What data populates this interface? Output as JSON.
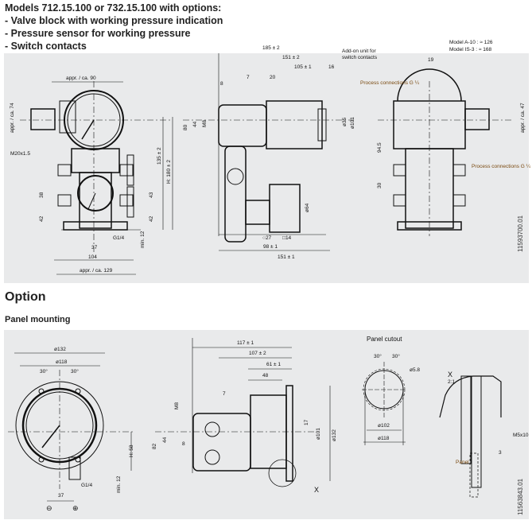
{
  "header": {
    "title": "Models 712.15.100 or 732.15.100 with options:",
    "options": [
      "- Valve block with working pressure indication",
      "- Pressure sensor for working pressure",
      "- Switch contacts"
    ]
  },
  "drawing1": {
    "doc_id": "11593700.01",
    "front": {
      "width_top": "appr. / ca. 90",
      "left_height": "appr. / ca. 74",
      "thread": "M20x1.5",
      "h1": "38",
      "h2": "42",
      "h3": "43",
      "h4": "42",
      "height1": "135 ± 2",
      "height2": "H: 180 ± 2",
      "min": "min. 12",
      "port": "G1/4",
      "d37": "37",
      "d104": "104",
      "width_bottom": "appr. / ca. 129"
    },
    "side": {
      "d185": "185 ± 2",
      "d151": "151 ± 2",
      "d105": "105 ± 1",
      "d16": "16",
      "d7": "7",
      "d8": "8",
      "d20": "20",
      "h80": "80",
      "h44": "44",
      "m8": "M8",
      "dia35": "ø35",
      "dia101": "ø101",
      "dia64": "ø64",
      "hex27": "27",
      "sq14": "14",
      "d98": "98 ± 1",
      "d151b": "151 ± 1",
      "addon": [
        "Add-on unit for",
        "switch contacts"
      ]
    },
    "rear": {
      "modelA": "Model A-10 : ≈ 126",
      "modelIS": "Model IS-3 : ≈ 168",
      "d19": "19",
      "process_top": "Process connections G ¼",
      "process_bottom": "Process connections G ¼",
      "h945": "94.5",
      "h30": "30",
      "right_height": "appr. / ca. 47"
    }
  },
  "option_title": "Option",
  "panel_mounting_title": "Panel mounting",
  "drawing2": {
    "doc_id": "11563843.01",
    "front": {
      "dia132": "ø132",
      "dia118": "ø118",
      "ang1": "30°",
      "ang2": "30°",
      "h58": "H: 58",
      "min": "min. 12",
      "port": "G1/4",
      "d37": "37",
      "minus": "⊖",
      "plus": "⊕"
    },
    "side": {
      "d117": "117 ± 1",
      "d107": "107 ± 2",
      "d61": "61 ± 1",
      "d48": "48",
      "d7": "7",
      "m8": "M8",
      "h82": "82",
      "h44": "44",
      "d8": "8",
      "d17": "17",
      "dia101": "ø101",
      "dia132": "ø132",
      "x": "X"
    },
    "cutout": {
      "title": "Panel cutout",
      "ang1": "30°",
      "ang2": "30°",
      "hole": "ø5.8",
      "dia102": "ø102",
      "dia118": "ø118"
    },
    "detail": {
      "x": "X",
      "scale": "2:1",
      "screw": "M5x10",
      "d3": "3",
      "panel": "Panel"
    }
  }
}
